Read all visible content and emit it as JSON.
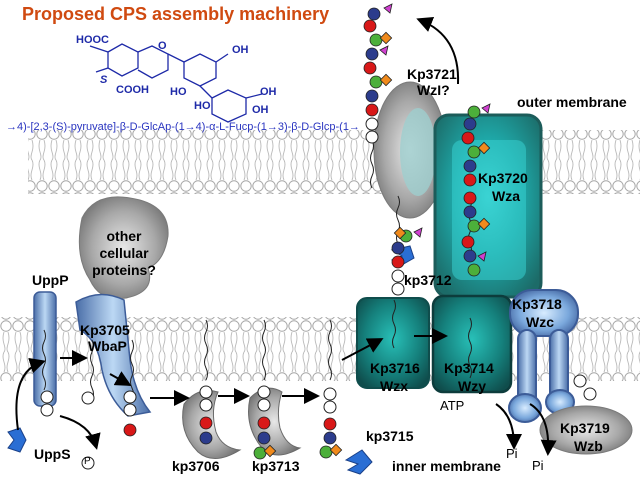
{
  "title": "Proposed CPS assembly machinery",
  "structure": {
    "hooc": "HOOC",
    "s": "S",
    "cooh": "COOH",
    "oh": "OH",
    "ho": "HO",
    "o": "O"
  },
  "repeat_unit": "→4)-[2,3-(S)-pyruvate]-β-D-GlcAp-(1→4)-α-L-Fucp-(1→3)-β-D-Glcp-(1→",
  "labels": {
    "kp3721": "Kp3721",
    "wzi": "WzI?",
    "outer_membrane": "outer membrane",
    "kp3720": "Kp3720",
    "wza": "Wza",
    "other_proteins_1": "other",
    "other_proteins_2": "cellular",
    "other_proteins_3": "proteins?",
    "uppp": "UppP",
    "kp3705": "Kp3705",
    "wbap": "WbaP",
    "kp3712": "kp3712",
    "kp3718": "Kp3718",
    "wzc": "Wzc",
    "kp3716": "Kp3716",
    "wzx": "Wzx",
    "kp3714": "Kp3714",
    "wzy": "Wzy",
    "atp": "ATP",
    "pi1": "Pi",
    "pi2": "Pi",
    "kp3719": "Kp3719",
    "wzb": "Wzb",
    "kp3715": "kp3715",
    "inner_membrane": "inner membrane",
    "upps": "UppS",
    "kp3706": "kp3706",
    "kp3713": "kp3713",
    "phosphate": "P"
  },
  "colors": {
    "title": "#d04a10",
    "chemistry": "#1e2aa8",
    "membrane_outline": "#b0b0b0",
    "wza_teal": "#2a8a88",
    "enzyme_blue": "#6f9fd8",
    "sugar_red": "#d81818",
    "sugar_navy": "#2c3c8c",
    "sugar_green": "#4caf3a",
    "sugar_orange": "#f08a1c",
    "sugar_magenta": "#d040d0"
  }
}
